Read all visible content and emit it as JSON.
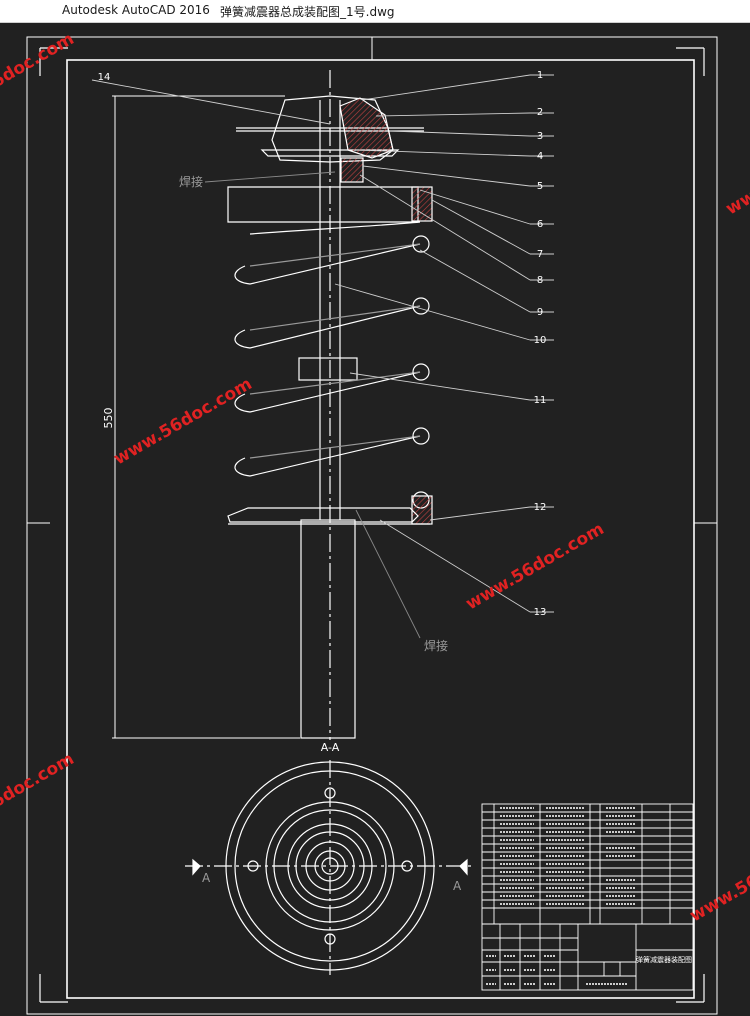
{
  "window": {
    "app_title": "Autodesk AutoCAD 2016",
    "doc_title": "弹簧减震器总成装配图_1号.dwg"
  },
  "drawing": {
    "balloons": [
      "1",
      "2",
      "3",
      "4",
      "5",
      "6",
      "7",
      "8",
      "9",
      "10",
      "11",
      "12",
      "13",
      "14"
    ],
    "weld_label_1": "焊接",
    "weld_label_2": "焊接",
    "height_dim": "550",
    "section_label": "A-A",
    "cut_marker_left": "A",
    "cut_marker_right": "A"
  },
  "title_block": {
    "drawing_name": "弹簧减震器装配图"
  },
  "watermark": "www.56doc.com",
  "colors": {
    "background": "#212121",
    "lines": "#ffffff",
    "leader": "#cfcfcf",
    "watermark": "#e02222",
    "hatch": "#c04040"
  }
}
